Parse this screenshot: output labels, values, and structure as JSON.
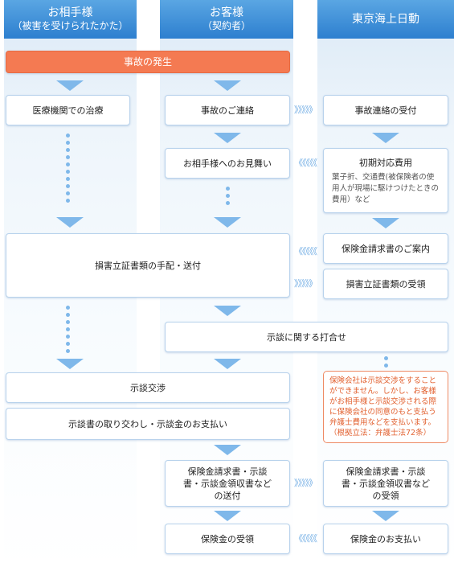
{
  "columns": {
    "partner": {
      "line1": "お相手様",
      "line2": "（被害を受けられたかた）"
    },
    "customer": {
      "line1": "お客様",
      "line2": "（契約者）"
    },
    "insurer": {
      "line1": "東京海上日動"
    }
  },
  "steps": {
    "accident": "事故の発生",
    "treatment": "医療機関での治療",
    "contact": "事故のご連絡",
    "contact_received": "事故連絡の受付",
    "visit": "お相手様へのお見舞い",
    "initial_cost_title": "初期対応費用",
    "initial_cost_detail": "葉子折、交通費(被保険者の使用人が現場に駆けつけたときの費用）など",
    "claim_guide": "保険金請求書のご案内",
    "prepare_docs": "損害立証書類の手配・送付",
    "receive_docs": "損害立証書類の受領",
    "settlement_meeting": "示談に関する打合せ",
    "negotiation": "示談交渉",
    "exchange": "示談書の取り交わし・示談金のお支払い",
    "send_claim": "保険金請求書・示談書・示談金領収書などの送付",
    "receive_claim": "保険金請求書・示談書・示談金領収書などの受領",
    "receive_payment": "保険金の受領",
    "pay_insurance": "保険金のお支払い"
  },
  "note": "保険会社は示談交渉をすることができません。しかし、お客様がお相手様と示談交渉される際に保険会社の同意のもと支払う弁護士費用などを支払います。（根拠立法：弁護士法72条）",
  "arrow_glyphs": {
    "right": "》》》》》",
    "left": "《《《《《"
  },
  "colors": {
    "header": "#3d8fd8",
    "accent": "#f47a52",
    "arrow": "#7fb8ea"
  }
}
